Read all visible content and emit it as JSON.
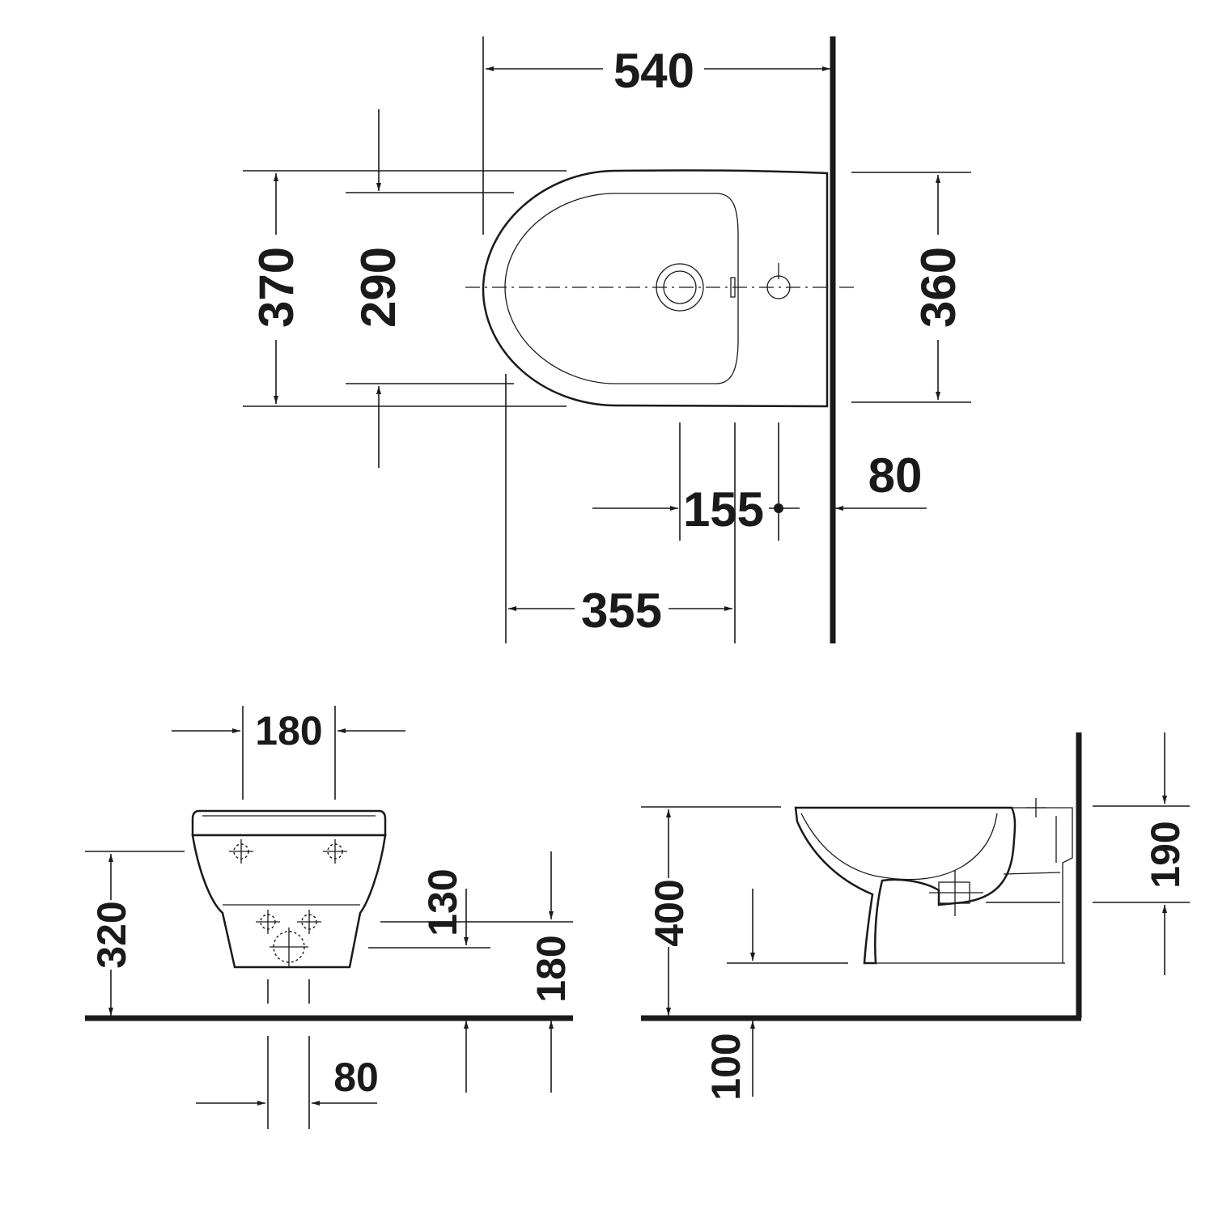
{
  "views": {
    "top": {
      "dimensions": {
        "width_overall": "540",
        "depth_outer": "370",
        "depth_inner": "290",
        "depth_wall": "360",
        "fixing_offset": "80",
        "hole_spacing": "155",
        "outlet_distance": "355"
      }
    },
    "front": {
      "dimensions": {
        "bolt_spacing_top": "180",
        "height_top": "320",
        "inlet_height": "130",
        "drain_height": "180",
        "drain_spacing": "80"
      }
    },
    "side": {
      "dimensions": {
        "total_height": "400",
        "inlet_depth": "190",
        "floor_offset": "100"
      }
    }
  }
}
